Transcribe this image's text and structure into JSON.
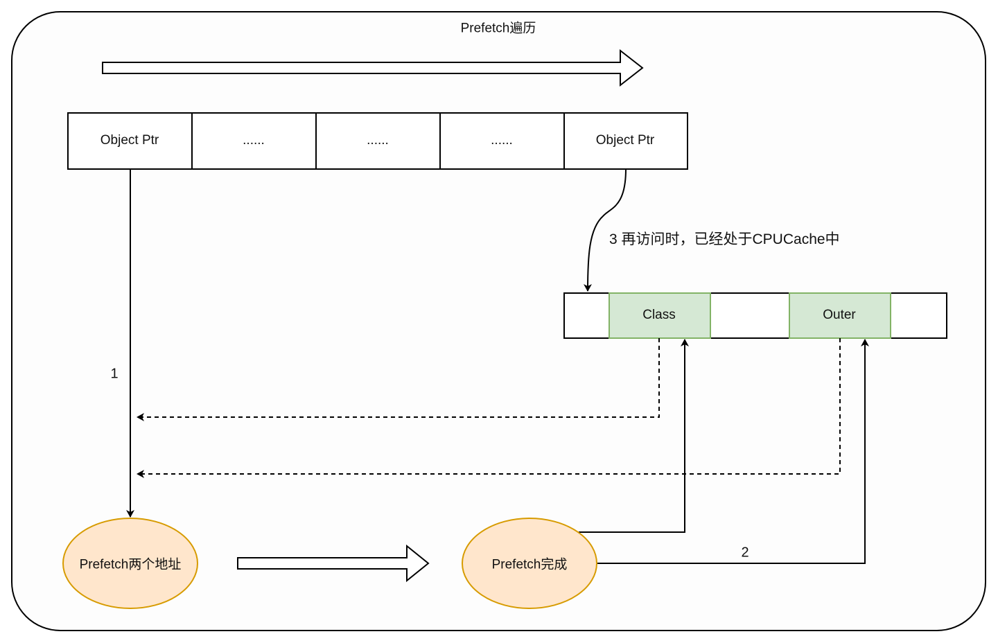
{
  "title": "Prefetch遍历",
  "pointer_array": {
    "cells": [
      "Object Ptr",
      "......",
      "......",
      "......",
      "Object Ptr"
    ]
  },
  "object_memory": {
    "cells": [
      "",
      "Class",
      "",
      "Outer",
      ""
    ],
    "highlight_color": "#d5e8d4",
    "highlight_border": "#82b366"
  },
  "nodes": {
    "prefetch_two_addresses": "Prefetch两个地址",
    "prefetch_done": "Prefetch完成",
    "fill_color": "#ffe6cc",
    "border_color": "#d79b00"
  },
  "edge_labels": {
    "step1": "1",
    "step2": "2",
    "step3": "3 再访问时，已经处于CPUCache中"
  }
}
